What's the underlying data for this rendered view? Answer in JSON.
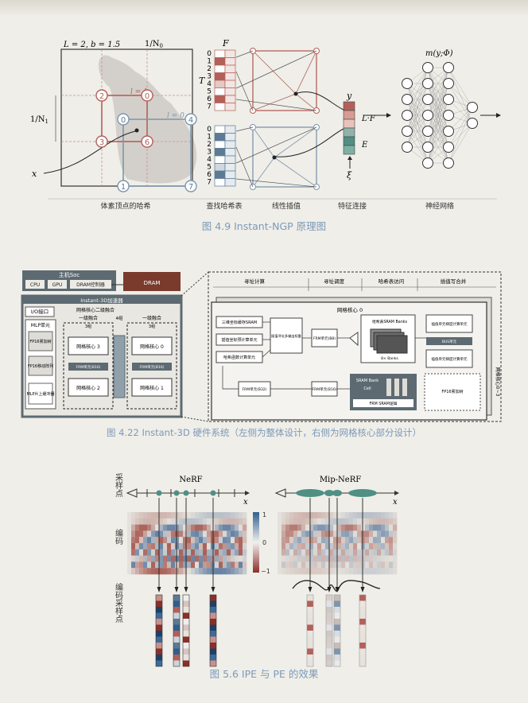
{
  "fig1": {
    "caption": "图 4.9   Instant-NGP 原理图",
    "l_b": "L = 2, b = 1.5",
    "inv_n0": "1/N",
    "inv_n0_sub": "0",
    "inv_n1": "1/N",
    "inv_n1_sub": "1",
    "l1": "l = 1",
    "l0": "l = 0",
    "x": "x",
    "F": "F",
    "T": "T",
    "y": "y",
    "LF": "L·F",
    "E": "E",
    "xi": "ξ",
    "mfun": "m(y;Φ)",
    "node_labels": [
      "2",
      "0",
      "3",
      "6",
      "0",
      "4",
      "1",
      "7"
    ],
    "table_indices": [
      "0",
      "1",
      "2",
      "3",
      "4",
      "5",
      "6",
      "7"
    ],
    "section_labels": [
      "体素顶点的哈希",
      "查找哈希表",
      "线性插值",
      "特征连接",
      "神经网络"
    ]
  },
  "fig2": {
    "caption": "图 4.22   Instant-3D 硬件系统（左侧为整体设计，右侧为网格核心部分设计）",
    "host": "主机Soc",
    "cpu": "CPU",
    "gpu": "GPU",
    "dram_ctrl": "DRAM控制器",
    "dram": "DRAM",
    "accelerator": "Instant-3D加速器",
    "io": "I/O接口",
    "mlp_unit": "MLP单元",
    "fp16_acc": "FP16累加树",
    "fp16_shift": "FP16移动阵列",
    "mlp_buf": "MLP片上缓冲器",
    "gridcore_fusion": "网格核心二级融合",
    "level1_fusion_a": "一级融合",
    "level1_fusion_b": "一级融合",
    "level3": "3组",
    "level4": "4组",
    "core3": "网格核心 3",
    "core0": "网格核心 0",
    "core2": "网格核心 2",
    "core1": "网格核心 1",
    "frm_unit": "FRM单元(B16)",
    "seg_labels": [
      "寻址计算",
      "寻址调度",
      "哈希表访问",
      "插值写合并"
    ],
    "core_title": "网格核心 0",
    "coord_sram": "三维坐标缓存SRAM",
    "interp_coord": "插值坐标预计算单元",
    "hash_addr": "哈希函数计算单元",
    "interp_weight": "插值寻址多输出权重",
    "frm_b8": "FRM单元(B8)",
    "frm_b32": "FRM单元(B32)",
    "frm_b16": "FRM单元(B16)",
    "hash_sram": "哈希表SRAM Banks",
    "banks": "8× Banks",
    "interp_unit_a": "插值单元梯度计算单元",
    "bus_unit": "BUS单元",
    "interp_unit_b": "插值单元梯度计算单元",
    "sram_bank": "SRAM Bank",
    "sram_cell": "Cell",
    "frm_sram_logic": "FRM SRAM逻辑",
    "fp16_tree": "FP16累加树",
    "side_label": "网格核心0~3"
  },
  "fig3": {
    "caption": "图 5.6   IPE 与 PE 的效果",
    "row_label_1": "采样点",
    "row_label_2": "编码",
    "row_label_3": "编码采样点",
    "nerf_title": "NeRF",
    "mip_title": "Mip-NeRF",
    "x": "x",
    "tick_pos": "1",
    "tick_mid": "0",
    "tick_neg": "−1"
  },
  "colors": {
    "caption": "#7c9ab9",
    "red": "#b4605a",
    "blue": "#5c7a94",
    "teal": "#4f8f84",
    "darkbox": "#5a6670"
  }
}
